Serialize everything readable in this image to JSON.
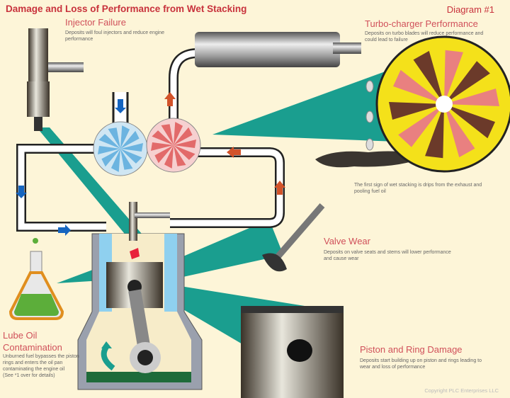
{
  "title": "Damage and Loss of Performance from Wet Stacking",
  "diagram_label": "Diagram #1",
  "callouts": {
    "injector": {
      "heading": "Injector Failure",
      "text": "Deposits will foul injectors and reduce engine performance"
    },
    "turbo": {
      "heading": "Turbo-charger Performance",
      "text": "Deposits on turbo blades will reduce performance and could lead to failure"
    },
    "exhaust": {
      "text": "The first sign of wet stacking is drips from the exhaust and pooling fuel oil"
    },
    "valve": {
      "heading": "Valve Wear",
      "text": "Deposits on valve seats and stems will lower performance and cause wear"
    },
    "lube": {
      "heading": "Lube Oil Contamination",
      "text": "Unburned fuel bypasses the piston rings and enters the oil pan contaminating the engine oil",
      "note": "(See *1 over for details)"
    },
    "piston": {
      "heading": "Piston and Ring Damage",
      "text": "Deposits start building up on piston and rings leading to wear and loss of performance"
    }
  },
  "copyright": "Copyright PLC Enterprises LLC",
  "colors": {
    "beam": "#1a9e8f",
    "accent": "#c8323c",
    "background": "#fdf5d8"
  }
}
